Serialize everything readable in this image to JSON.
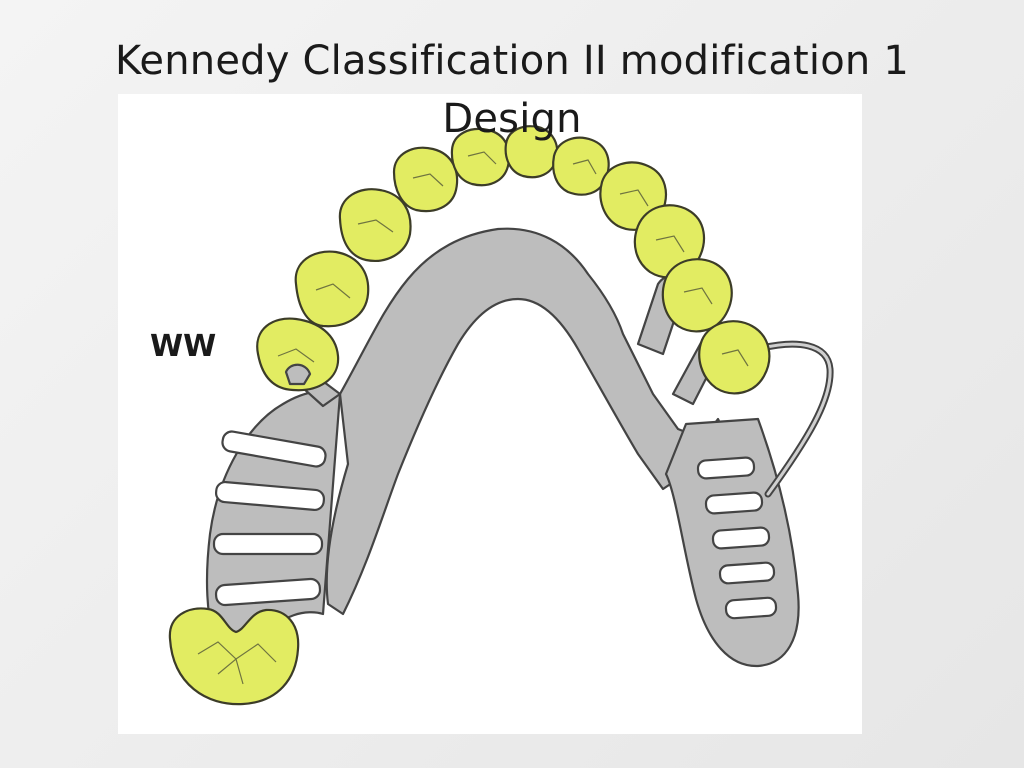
{
  "slide": {
    "title_line1": "Kennedy Classification II modification 1",
    "title_line2": "Design"
  },
  "figure": {
    "label_ww": "WW",
    "colors": {
      "tooth_fill": "#e2ec62",
      "metal_fill": "#bdbdbd",
      "outline": "#444444"
    }
  }
}
